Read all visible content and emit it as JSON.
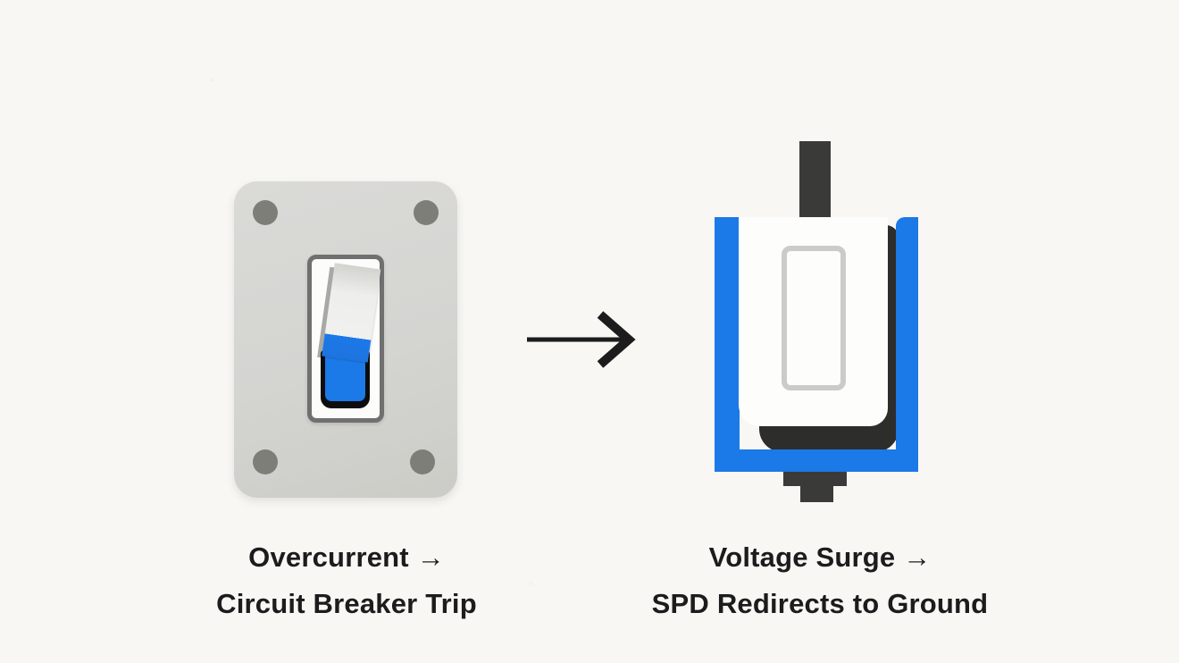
{
  "colors": {
    "background": "#f8f7f4",
    "accent_blue": "#1b79e8",
    "dark": "#3a3a38",
    "plate_gray": "#d4d4d1",
    "text": "#1c1c1c"
  },
  "left_figure": {
    "caption_line1": "Overcurrent →",
    "caption_line2": "Circuit Breaker Trip"
  },
  "right_figure": {
    "caption_line1": "Voltage Surge →",
    "caption_line2": "SPD Redirects to Ground"
  }
}
